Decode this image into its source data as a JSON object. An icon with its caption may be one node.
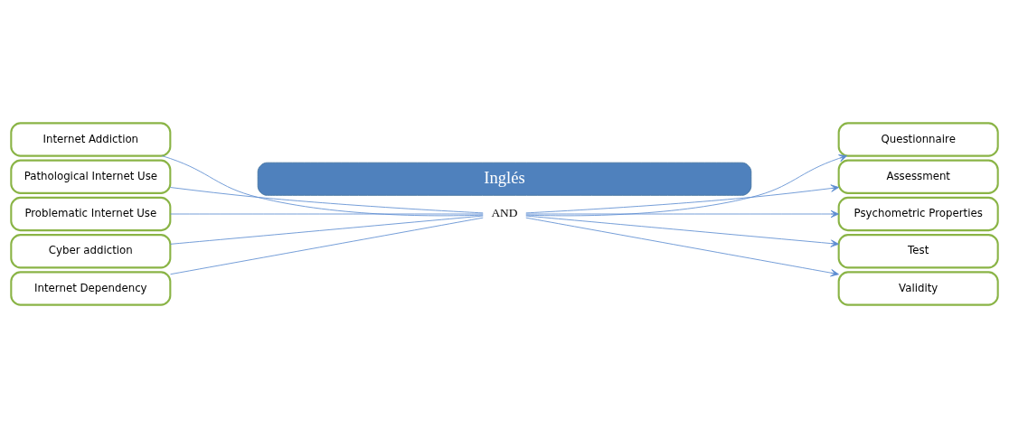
{
  "diagram": {
    "nodes": [
      {
        "text": [
          "Inglés"
        ]
      },
      {
        "text": [
          "Internet Addiction"
        ]
      },
      {
        "text": [
          "Pathological Internet Use"
        ]
      },
      {
        "text": [
          "Problematic Internet Use"
        ]
      },
      {
        "text": [
          "Cyber addiction"
        ]
      },
      {
        "text": [
          "Internet Dependency"
        ]
      },
      {
        "text": [
          "AND"
        ]
      },
      {
        "text": [
          "Questionnaire"
        ]
      },
      {
        "text": [
          "Assessment"
        ]
      },
      {
        "text": [
          "Psychometric Properties"
        ]
      },
      {
        "text": [
          "Test"
        ]
      },
      {
        "text": [
          "Validity"
        ]
      }
    ],
    "edges": [
      {
        "from": 1,
        "to": 6,
        "arrow": "none"
      },
      {
        "from": 2,
        "to": 6,
        "arrow": "none"
      },
      {
        "from": 3,
        "to": 6,
        "arrow": "none"
      },
      {
        "from": 4,
        "to": 6,
        "arrow": "none"
      },
      {
        "from": 5,
        "to": 6,
        "arrow": "none"
      },
      {
        "from": 6,
        "to": 7,
        "arrow": "to"
      },
      {
        "from": 6,
        "to": 8,
        "arrow": "to"
      },
      {
        "from": 6,
        "to": 9,
        "arrow": "to"
      },
      {
        "from": 6,
        "to": 10,
        "arrow": "to"
      },
      {
        "from": 6,
        "to": 11,
        "arrow": "to"
      }
    ]
  }
}
